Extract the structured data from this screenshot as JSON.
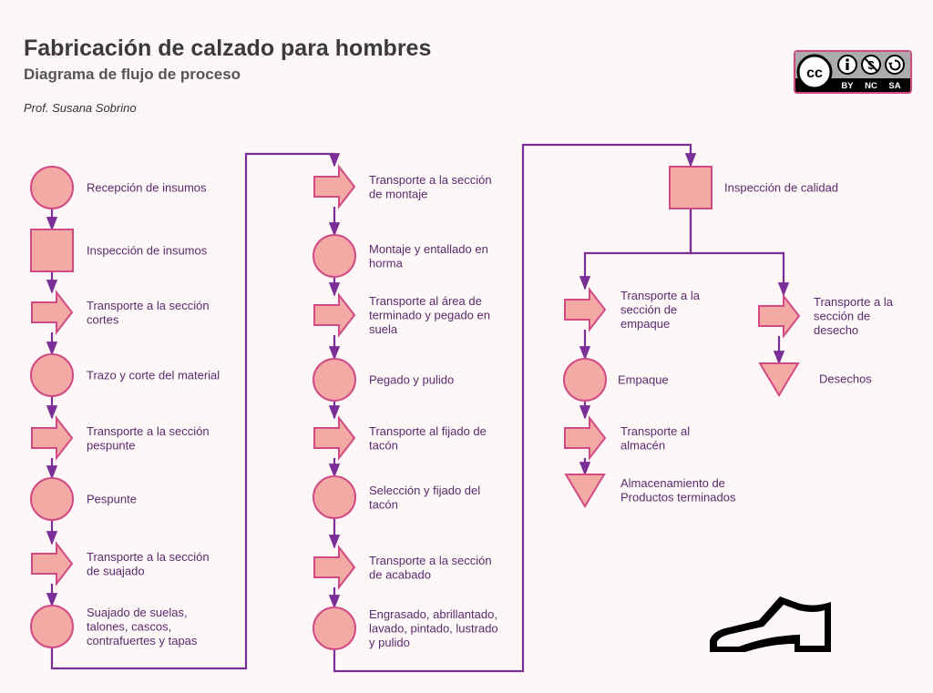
{
  "header": {
    "title": "Fabricación de calzado para hombres",
    "subtitle": "Diagrama de flujo de proceso",
    "author": "Prof. Susana Sobrino"
  },
  "license": {
    "badge_lines": [
      "BY",
      "NC",
      "SA"
    ],
    "cc_label": "cc"
  },
  "colors": {
    "shape_fill": "#f4aaa4",
    "shape_stroke": "#d14a86",
    "connector": "#7a2f97",
    "label_text": "#5a2a6e"
  },
  "icons": [
    "creative-commons-icon",
    "shoe-icon"
  ],
  "steps": [
    {
      "id": "s1",
      "type": "operation",
      "lines": [
        "Recepción de insumos"
      ]
    },
    {
      "id": "s2",
      "type": "inspection",
      "lines": [
        "Inspección de insumos"
      ]
    },
    {
      "id": "s3",
      "type": "transport",
      "lines": [
        "Transporte a la sección",
        "cortes"
      ]
    },
    {
      "id": "s4",
      "type": "operation",
      "lines": [
        "Trazo y corte del material"
      ]
    },
    {
      "id": "s5",
      "type": "transport",
      "lines": [
        "Transporte a la sección",
        "pespunte"
      ]
    },
    {
      "id": "s6",
      "type": "operation",
      "lines": [
        "Pespunte"
      ]
    },
    {
      "id": "s7",
      "type": "transport",
      "lines": [
        "Transporte a la sección",
        "de suajado"
      ]
    },
    {
      "id": "s8",
      "type": "operation",
      "lines": [
        "Suajado de suelas,",
        "talones, cascos,",
        "contrafuertes y tapas"
      ]
    },
    {
      "id": "s9",
      "type": "transport",
      "lines": [
        "Transporte a la sección",
        "de montaje"
      ]
    },
    {
      "id": "s10",
      "type": "operation",
      "lines": [
        "Montaje y entallado en",
        "horma"
      ]
    },
    {
      "id": "s11",
      "type": "transport",
      "lines": [
        "Transporte al área de",
        "terminado y pegado en",
        "suela"
      ]
    },
    {
      "id": "s12",
      "type": "operation",
      "lines": [
        "Pegado y pulido"
      ]
    },
    {
      "id": "s13",
      "type": "transport",
      "lines": [
        "Transporte al fijado de",
        "tacón"
      ]
    },
    {
      "id": "s14",
      "type": "operation",
      "lines": [
        "Selección y fijado del",
        "tacón"
      ]
    },
    {
      "id": "s15",
      "type": "transport",
      "lines": [
        "Transporte a la sección",
        "de acabado"
      ]
    },
    {
      "id": "s16",
      "type": "operation",
      "lines": [
        "Engrasado, abrillantado,",
        "lavado, pintado, lustrado",
        "y pulido"
      ]
    },
    {
      "id": "s17",
      "type": "inspection",
      "lines": [
        "Inspección de calidad"
      ]
    },
    {
      "id": "s18",
      "type": "transport",
      "lines": [
        "Transporte a la",
        "sección de",
        "empaque"
      ]
    },
    {
      "id": "s19",
      "type": "operation",
      "lines": [
        "Empaque"
      ]
    },
    {
      "id": "s20",
      "type": "transport",
      "lines": [
        "Transporte al",
        "almacén"
      ]
    },
    {
      "id": "s21",
      "type": "storage",
      "lines": [
        "Almacenamiento de",
        "Productos terminados"
      ]
    },
    {
      "id": "s22",
      "type": "transport",
      "lines": [
        "Transporte a la",
        "sección de",
        "desecho"
      ]
    },
    {
      "id": "s23",
      "type": "storage",
      "lines": [
        "Desechos"
      ]
    }
  ],
  "edges": [
    [
      "s1",
      "s2"
    ],
    [
      "s2",
      "s3"
    ],
    [
      "s3",
      "s4"
    ],
    [
      "s4",
      "s5"
    ],
    [
      "s5",
      "s6"
    ],
    [
      "s6",
      "s7"
    ],
    [
      "s7",
      "s8"
    ],
    [
      "s8",
      "s9"
    ],
    [
      "s9",
      "s10"
    ],
    [
      "s10",
      "s11"
    ],
    [
      "s11",
      "s12"
    ],
    [
      "s12",
      "s13"
    ],
    [
      "s13",
      "s14"
    ],
    [
      "s14",
      "s15"
    ],
    [
      "s15",
      "s16"
    ],
    [
      "s16",
      "s17"
    ],
    [
      "s17",
      "s18"
    ],
    [
      "s18",
      "s19"
    ],
    [
      "s19",
      "s20"
    ],
    [
      "s20",
      "s21"
    ],
    [
      "s17",
      "s22"
    ],
    [
      "s22",
      "s23"
    ]
  ]
}
